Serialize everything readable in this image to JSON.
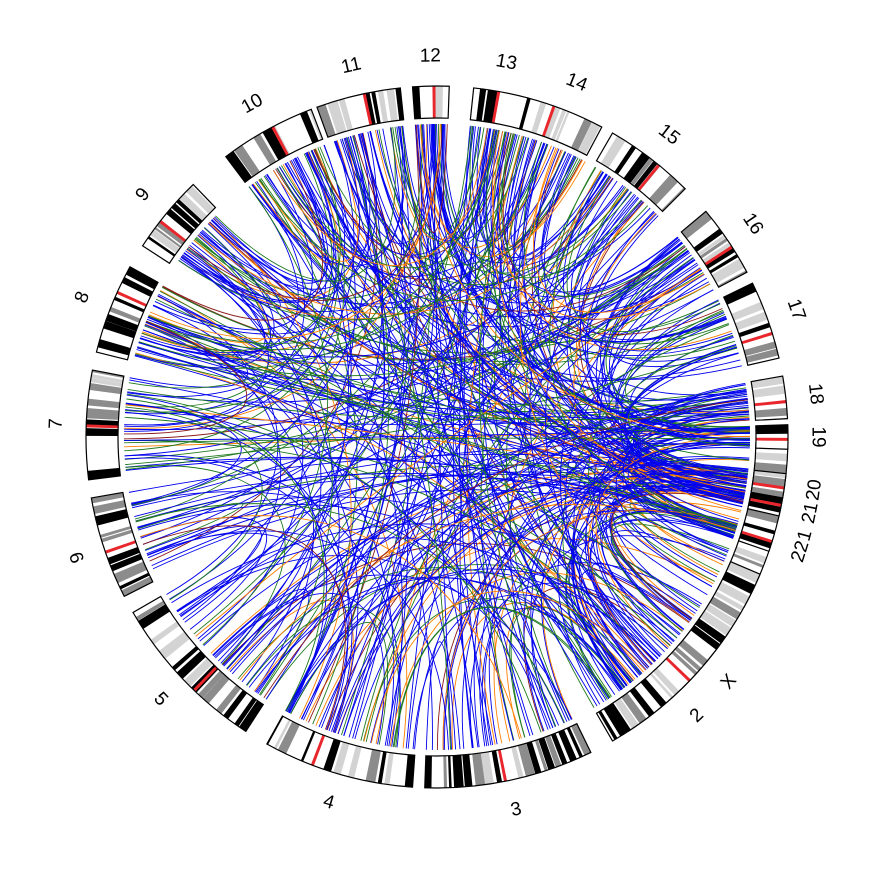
{
  "diagram": {
    "type": "circos-genome-plot",
    "chromosomes": [
      {
        "name": "1",
        "label": "1"
      },
      {
        "name": "2",
        "label": "2"
      },
      {
        "name": "3",
        "label": "3"
      },
      {
        "name": "4",
        "label": "4"
      },
      {
        "name": "5",
        "label": "5"
      },
      {
        "name": "6",
        "label": "6"
      },
      {
        "name": "7",
        "label": "7"
      },
      {
        "name": "8",
        "label": "8"
      },
      {
        "name": "9",
        "label": "9"
      },
      {
        "name": "10",
        "label": "10"
      },
      {
        "name": "11",
        "label": "11"
      },
      {
        "name": "12",
        "label": "12"
      },
      {
        "name": "13",
        "label": "13"
      },
      {
        "name": "14",
        "label": "14"
      },
      {
        "name": "15",
        "label": "15"
      },
      {
        "name": "16",
        "label": "16"
      },
      {
        "name": "17",
        "label": "17"
      },
      {
        "name": "18",
        "label": "18"
      },
      {
        "name": "19",
        "label": "19"
      },
      {
        "name": "20",
        "label": "20"
      },
      {
        "name": "21",
        "label": "21"
      },
      {
        "name": "22",
        "label": "22"
      },
      {
        "name": "X",
        "label": "X"
      }
    ],
    "colors": {
      "links": [
        "#0000ee",
        "#1f7a1f",
        "#ff7f00",
        "#8b1a1a"
      ],
      "band_dark": "#000000",
      "band_mid": "#8c8c8c",
      "band_light": "#d3d3d3",
      "centromere": "#e8262b",
      "outline": "#000000"
    }
  }
}
